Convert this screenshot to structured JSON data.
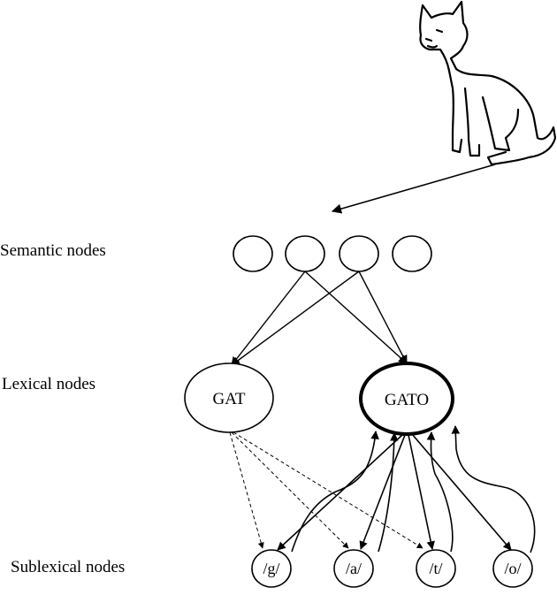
{
  "levels": {
    "semantic": "Semantic nodes",
    "lexical": "Lexical nodes",
    "sublexical": "Sublexical nodes"
  },
  "lexical_nodes": {
    "gat": "GAT",
    "gato": "GATO"
  },
  "sublexical_nodes": [
    "/g/",
    "/a/",
    "/t/",
    "/o/"
  ],
  "illustration": "cat"
}
